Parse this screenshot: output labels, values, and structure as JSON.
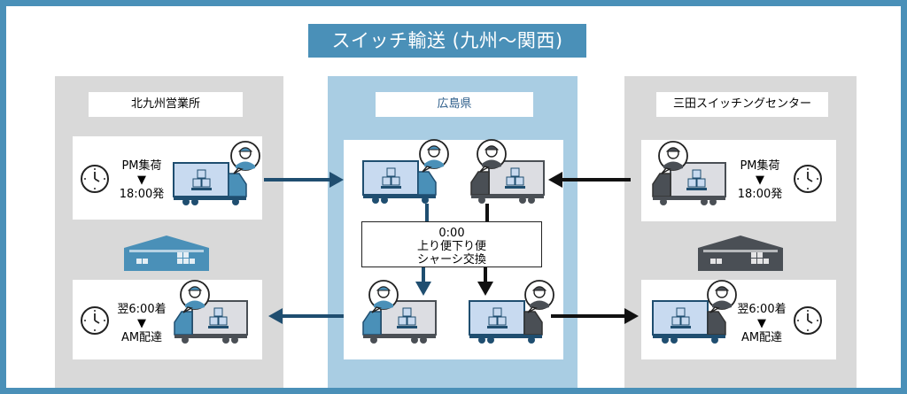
{
  "title": "スイッチ輸送 (九州〜関西)",
  "left": {
    "label": "北九州営業所",
    "top_line1": "PM集荷",
    "top_arrow": "▼",
    "top_line2": "18:00発",
    "bottom_line1": "翌6:00着",
    "bottom_arrow": "▼",
    "bottom_line2": "AM配達"
  },
  "center": {
    "label": "広島県",
    "exchange_time": "0:00",
    "exchange_line1": "上り便下り便",
    "exchange_line2": "シャーシ交換"
  },
  "right": {
    "label": "三田スイッチングセンター",
    "top_line1": "PM集荷",
    "top_arrow": "▼",
    "top_line2": "18:00発",
    "bottom_line1": "翌6:00着",
    "bottom_arrow": "▼",
    "bottom_line2": "AM配達"
  },
  "colors": {
    "blue": "#4a90b8",
    "navy": "#1f4e70",
    "dark": "#4a4f55",
    "light_blue": "#a9cde3",
    "gray": "#d9d9d9",
    "box": "#c8daf0"
  }
}
